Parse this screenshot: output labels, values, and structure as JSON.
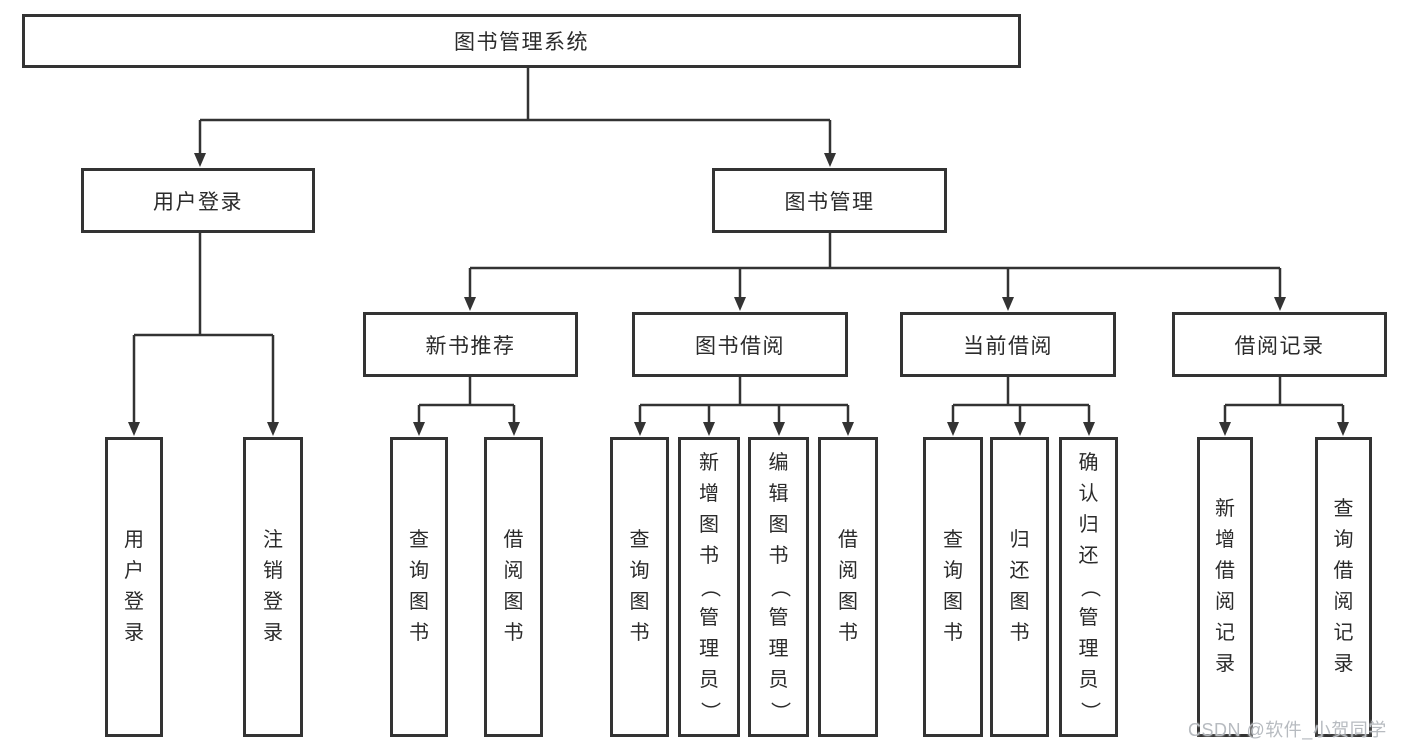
{
  "nodes": {
    "root": {
      "label": "图书管理系统"
    },
    "user_login": {
      "label": "用户登录",
      "children": [
        {
          "label": "用户登录"
        },
        {
          "label": "注销登录"
        }
      ]
    },
    "book_mgmt": {
      "label": "图书管理"
    },
    "new_book_rec": {
      "label": "新书推荐",
      "children": [
        {
          "label": "查询图书"
        },
        {
          "label": "借阅图书"
        }
      ]
    },
    "book_borrow": {
      "label": "图书借阅",
      "children": [
        {
          "label": "查询图书"
        },
        {
          "label": "新增图书（管理员）"
        },
        {
          "label": "编辑图书（管理员）"
        },
        {
          "label": "借阅图书"
        }
      ]
    },
    "current_borrow": {
      "label": "当前借阅",
      "children": [
        {
          "label": "查询图书"
        },
        {
          "label": "归还图书"
        },
        {
          "label": "确认归还（管理员）"
        }
      ]
    },
    "borrow_record": {
      "label": "借阅记录",
      "children": [
        {
          "label": "新增借阅记录"
        },
        {
          "label": "查询借阅记录"
        }
      ]
    }
  },
  "watermark": "CSDN @软件_小贺同学",
  "colors": {
    "line": "#333333",
    "text": "#2b2b2b",
    "watermark": "#b7bbc0",
    "background": "#ffffff"
  }
}
